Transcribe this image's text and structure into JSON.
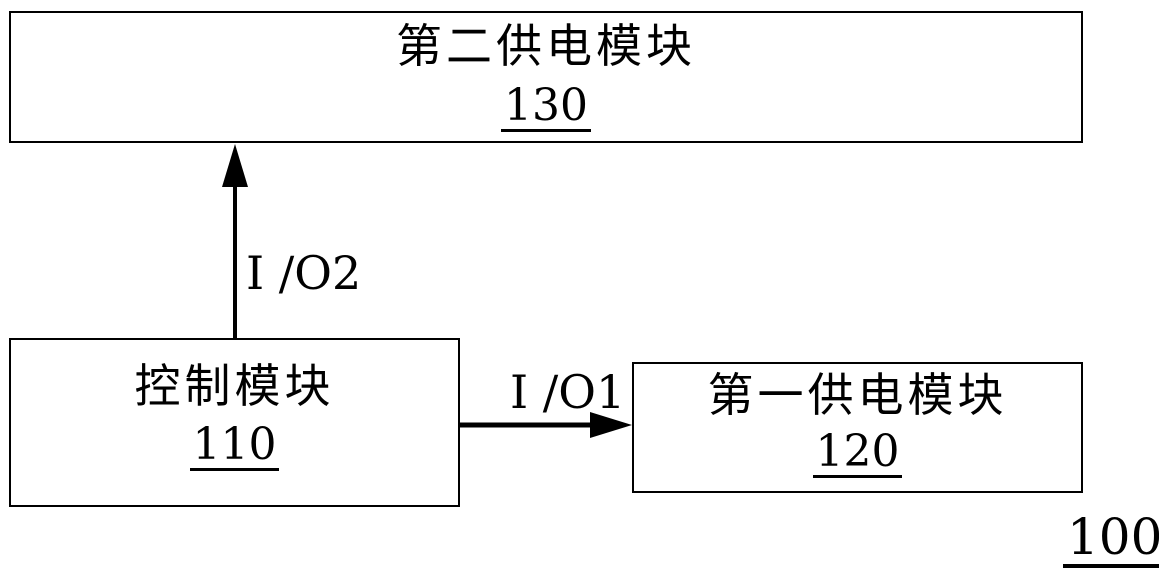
{
  "figure": {
    "reference_label": "100"
  },
  "blocks": {
    "module_130": {
      "label": "第二供电模块",
      "ref": "130"
    },
    "module_110": {
      "label": "控制模块",
      "ref": "110"
    },
    "module_120": {
      "label": "第一供电模块",
      "ref": "120"
    }
  },
  "connections": {
    "io2": {
      "label": "I /O2",
      "from": "110",
      "to": "130",
      "direction": "up"
    },
    "io1": {
      "label": "I /O1",
      "from": "110",
      "to": "120",
      "direction": "right"
    }
  },
  "colors": {
    "line": "#000000",
    "background": "#ffffff",
    "text": "#000000"
  }
}
